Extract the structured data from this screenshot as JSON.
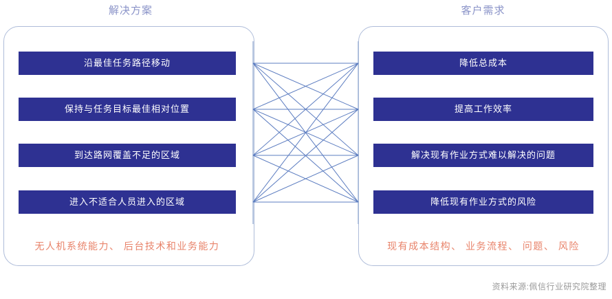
{
  "columns": {
    "left": {
      "title": "解决方案",
      "items": [
        "沿最佳任务路径移动",
        "保持与任务目标最佳相对位置",
        "到达路网覆盖不足的区域",
        "进入不适合人员进入的区域"
      ],
      "caption": "无人机系统能力、 后台技术和业务能力"
    },
    "right": {
      "title": "客户需求",
      "items": [
        "降低总成本",
        "提高工作效率",
        "解决现有作业方式难以解决的问题",
        "降低现有作业方式的风险"
      ],
      "caption": "现有成本结构、 业务流程、 问题、 风险"
    }
  },
  "source_note": "资料来源:佩信行业研究院整理",
  "colors": {
    "bar_fill": "#2e3192",
    "bar_text": "#ffffff",
    "panel_border": "#aebcd9",
    "title_text": "#8a93c8",
    "caption_text": "#e8836a",
    "link_line": "#5b7cc0",
    "source_text": "#9a9a9a",
    "background": "#ffffff"
  },
  "connections": {
    "description": "full bipartite: every left item links to every right item",
    "count": 16,
    "pairs": [
      [
        0,
        0
      ],
      [
        0,
        1
      ],
      [
        0,
        2
      ],
      [
        0,
        3
      ],
      [
        1,
        0
      ],
      [
        1,
        1
      ],
      [
        1,
        2
      ],
      [
        1,
        3
      ],
      [
        2,
        0
      ],
      [
        2,
        1
      ],
      [
        2,
        2
      ],
      [
        2,
        3
      ],
      [
        3,
        0
      ],
      [
        3,
        1
      ],
      [
        3,
        2
      ],
      [
        3,
        3
      ]
    ]
  }
}
